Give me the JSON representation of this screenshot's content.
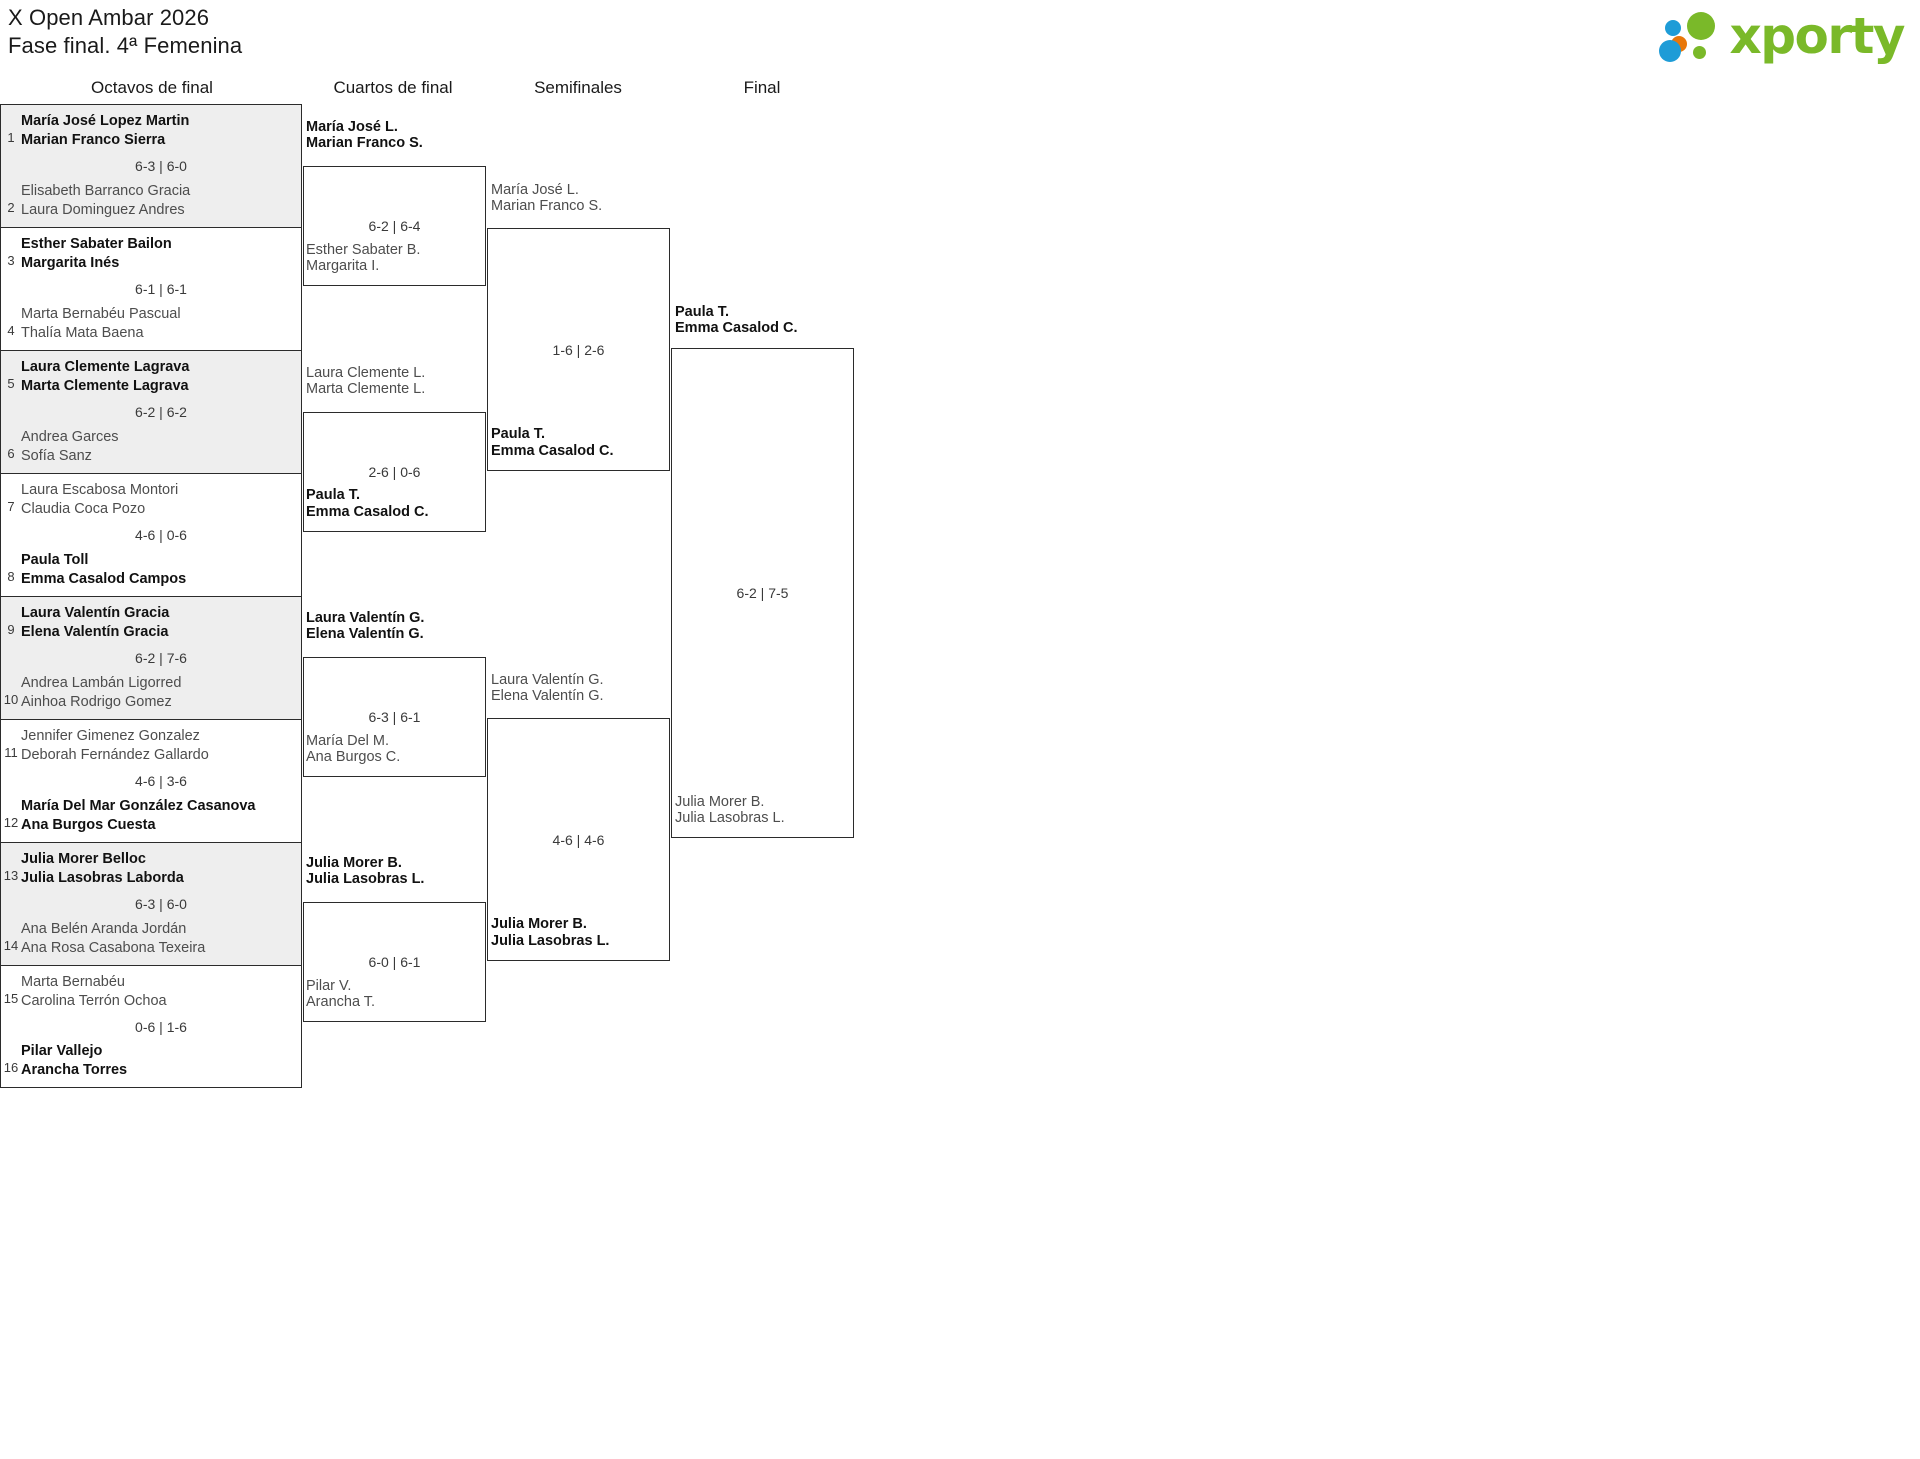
{
  "header": {
    "title_line1": "X Open Ambar 2026",
    "title_line2": "Fase final. 4ª Femenina",
    "logo_text": "xporty",
    "logo_colors": {
      "green": "#7ab929",
      "blue": "#1e9cd7",
      "orange": "#e8770a"
    }
  },
  "rounds": [
    {
      "label": "Octavos de final"
    },
    {
      "label": "Cuartos de final"
    },
    {
      "label": "Semifinales"
    },
    {
      "label": "Final"
    }
  ],
  "colors": {
    "shaded_row": "#eeeeee",
    "border": "#2b2b2b",
    "winner_text": "#111111",
    "loser_text": "#4d4d4d"
  },
  "round_of_16": [
    {
      "seed_top": "1",
      "top_p1": "María José Lopez Martin",
      "top_p2": "Marian Franco Sierra",
      "seed_bottom": "2",
      "bottom_p1": "Elisabeth Barranco Gracia",
      "bottom_p2": "Laura Dominguez Andres",
      "score": "6-3 | 6-0",
      "winner": "top",
      "shaded": true
    },
    {
      "seed_top": "3",
      "top_p1": "Esther Sabater Bailon",
      "top_p2": "Margarita Inés",
      "seed_bottom": "4",
      "bottom_p1": "Marta Bernabéu Pascual",
      "bottom_p2": "Thalía Mata Baena",
      "score": "6-1 | 6-1",
      "winner": "top",
      "shaded": false
    },
    {
      "seed_top": "5",
      "top_p1": "Laura Clemente Lagrava",
      "top_p2": "Marta Clemente Lagrava",
      "seed_bottom": "6",
      "bottom_p1": "Andrea Garces",
      "bottom_p2": "Sofía Sanz",
      "score": "6-2 | 6-2",
      "winner": "top",
      "shaded": true
    },
    {
      "seed_top": "7",
      "top_p1": "Laura Escabosa Montori",
      "top_p2": "Claudia Coca Pozo",
      "seed_bottom": "8",
      "bottom_p1": "Paula Toll",
      "bottom_p2": "Emma Casalod Campos",
      "score": "4-6 | 0-6",
      "winner": "bottom",
      "shaded": false
    },
    {
      "seed_top": "9",
      "top_p1": "Laura Valentín Gracia",
      "top_p2": "Elena Valentín Gracia",
      "seed_bottom": "10",
      "bottom_p1": "Andrea Lambán Ligorred",
      "bottom_p2": "Ainhoa Rodrigo Gomez",
      "score": "6-2 | 7-6",
      "winner": "top",
      "shaded": true
    },
    {
      "seed_top": "11",
      "top_p1": "Jennifer Gimenez Gonzalez",
      "top_p2": "Deborah Fernández Gallardo",
      "seed_bottom": "12",
      "bottom_p1": "María Del Mar González Casanova",
      "bottom_p2": "Ana Burgos Cuesta",
      "score": "4-6 | 3-6",
      "winner": "bottom",
      "shaded": false
    },
    {
      "seed_top": "13",
      "top_p1": "Julia Morer Belloc",
      "top_p2": "Julia Lasobras Laborda",
      "seed_bottom": "14",
      "bottom_p1": "Ana Belén Aranda Jordán",
      "bottom_p2": "Ana Rosa Casabona Texeira",
      "score": "6-3 | 6-0",
      "winner": "top",
      "shaded": true
    },
    {
      "seed_top": "15",
      "top_p1": "Marta Bernabéu",
      "top_p2": "Carolina Terrón Ochoa",
      "seed_bottom": "16",
      "bottom_p1": "Pilar Vallejo",
      "bottom_p2": "Arancha Torres",
      "score": "0-6 | 1-6",
      "winner": "bottom",
      "shaded": false
    }
  ],
  "quarter_finals": [
    {
      "top_p1": "María José L.",
      "top_p2": "Marian Franco S.",
      "bottom_p1": "Esther Sabater B.",
      "bottom_p2": "Margarita I.",
      "score": "6-2 | 6-4",
      "winner": "top"
    },
    {
      "top_p1": "Laura Clemente L.",
      "top_p2": "Marta Clemente L.",
      "bottom_p1": "Paula T.",
      "bottom_p2": "Emma Casalod C.",
      "score": "2-6 | 0-6",
      "winner": "bottom"
    },
    {
      "top_p1": "Laura Valentín G.",
      "top_p2": "Elena Valentín G.",
      "bottom_p1": "María Del M.",
      "bottom_p2": "Ana Burgos C.",
      "score": "6-3 | 6-1",
      "winner": "top"
    },
    {
      "top_p1": "Julia Morer B.",
      "top_p2": "Julia Lasobras L.",
      "bottom_p1": "Pilar V.",
      "bottom_p2": "Arancha T.",
      "score": "6-0 | 6-1",
      "winner": "top"
    }
  ],
  "semi_finals": [
    {
      "top_p1": "María José L.",
      "top_p2": "Marian Franco S.",
      "bottom_p1": "Paula T.",
      "bottom_p2": "Emma Casalod C.",
      "score": "1-6 | 2-6",
      "winner": "bottom"
    },
    {
      "top_p1": "Laura Valentín G.",
      "top_p2": "Elena Valentín G.",
      "bottom_p1": "Julia Morer B.",
      "bottom_p2": "Julia Lasobras L.",
      "score": "4-6 | 4-6",
      "winner": "bottom"
    }
  ],
  "final": [
    {
      "top_p1": "Paula T.",
      "top_p2": "Emma Casalod C.",
      "bottom_p1": "Julia Morer B.",
      "bottom_p2": "Julia Lasobras L.",
      "score": "6-2 | 7-5",
      "winner": "top"
    }
  ]
}
